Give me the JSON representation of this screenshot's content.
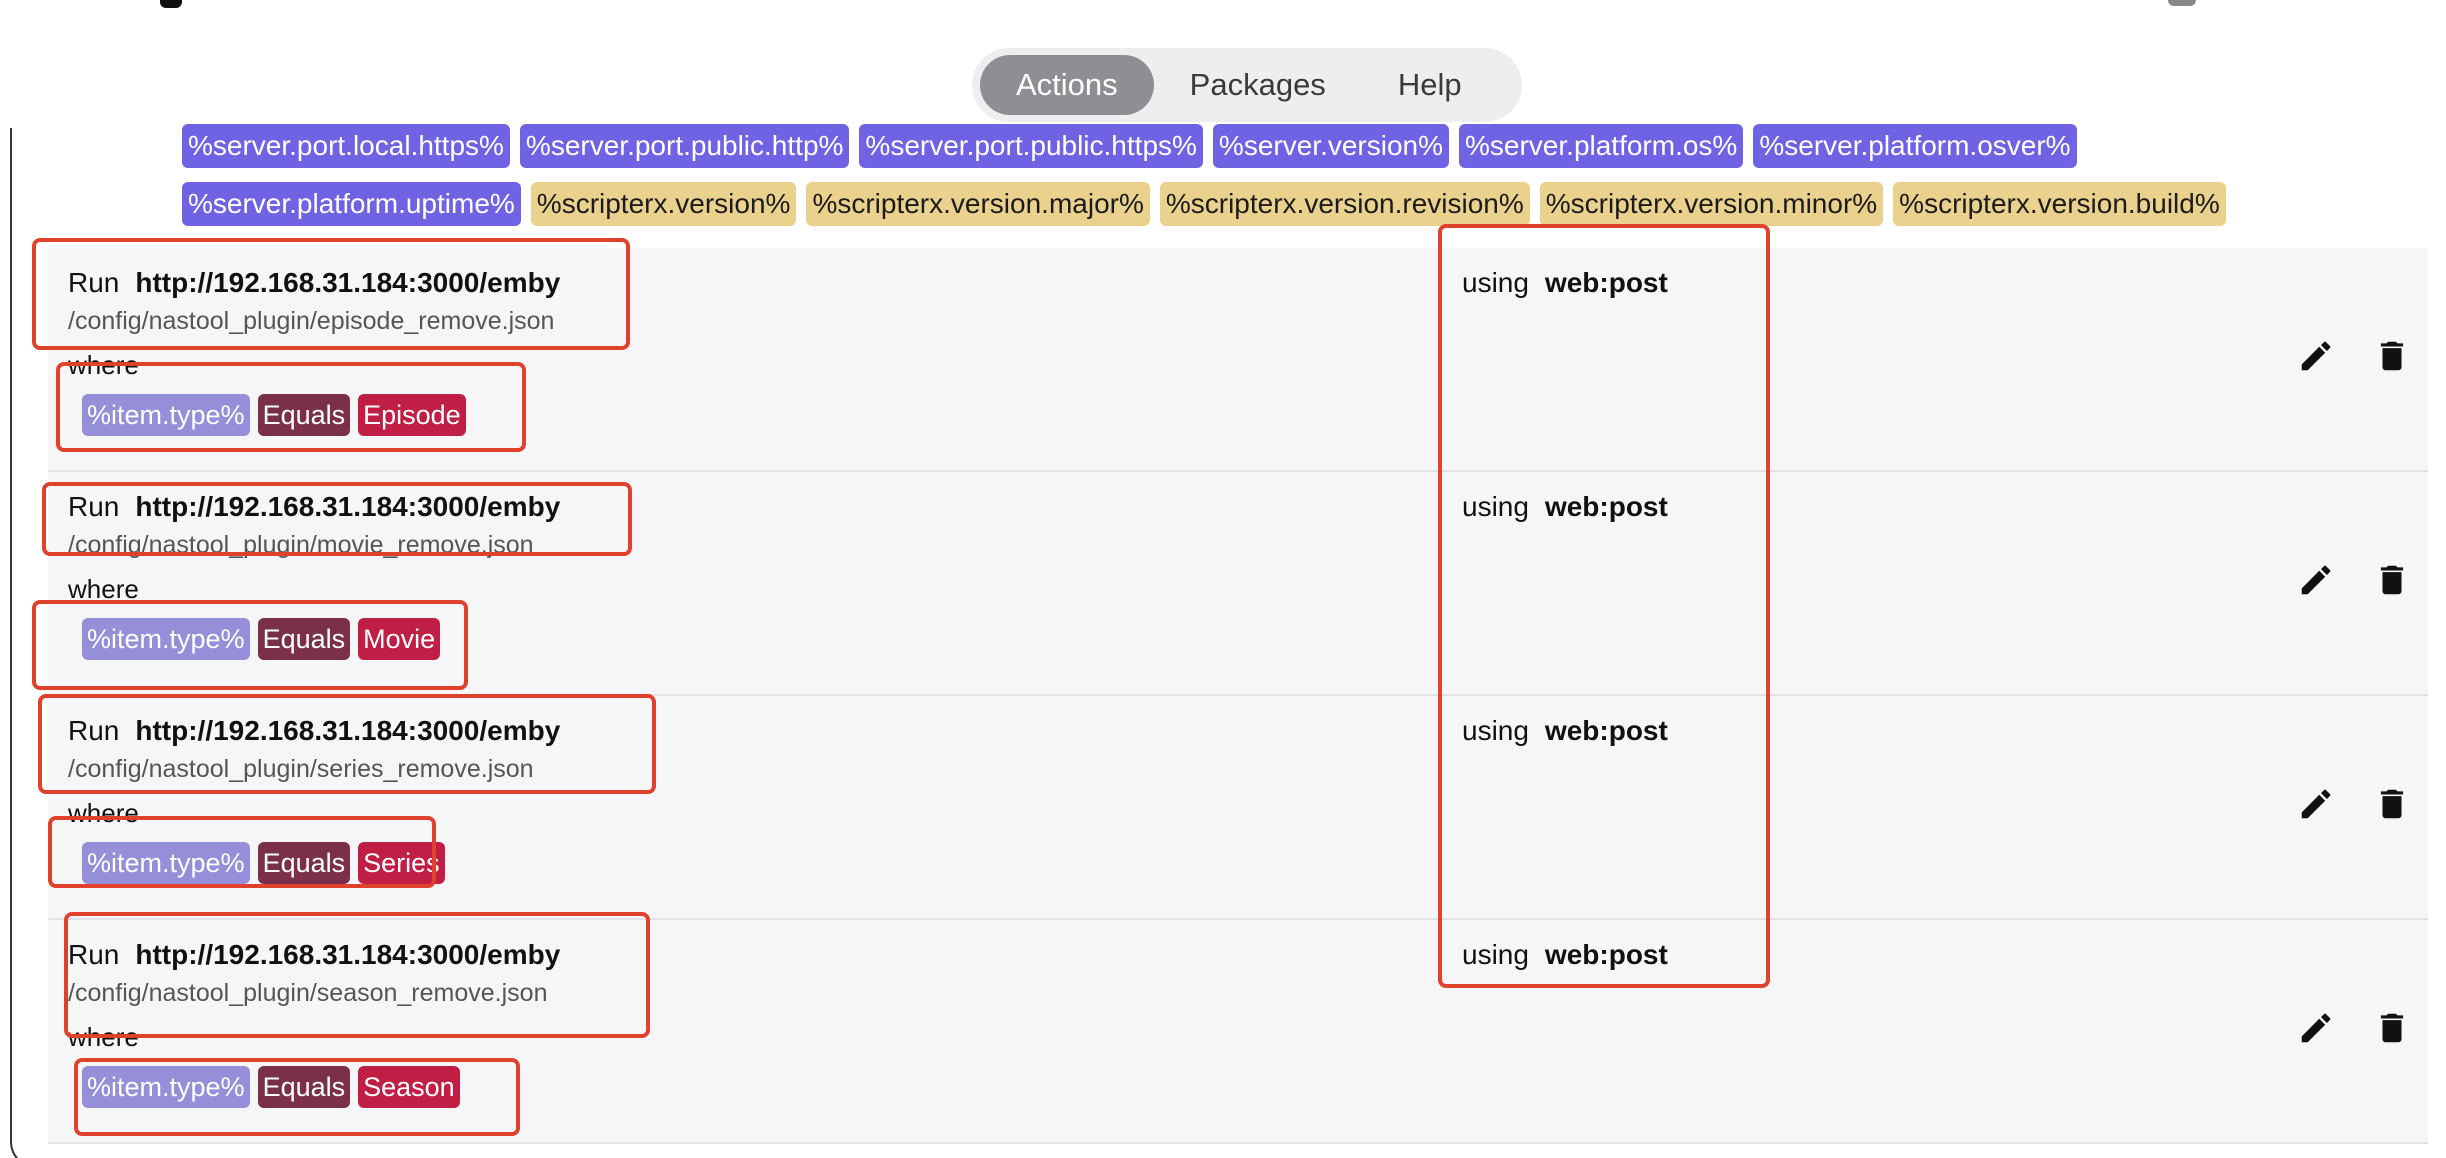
{
  "tabs": [
    {
      "label": "Actions",
      "active": true
    },
    {
      "label": "Packages",
      "active": false
    },
    {
      "label": "Help",
      "active": false
    }
  ],
  "variables": {
    "row1": [
      "%server.port.local.https%",
      "%server.port.public.http%",
      "%server.port.public.https%",
      "%server.version%",
      "%server.platform.os%",
      "%server.platform.osver%"
    ],
    "row2_server": [
      "%server.platform.uptime%"
    ],
    "row2_script": [
      "%scripterx.version%",
      "%scripterx.version.major%",
      "%scripterx.version.revision%",
      "%scripterx.version.minor%",
      "%scripterx.version.build%"
    ]
  },
  "labels": {
    "run": "Run",
    "using": "using",
    "where": "where"
  },
  "actions": [
    {
      "url": "http://192.168.31.184:3000/emby",
      "path": "/config/nastool_plugin/episode_remove.json",
      "method": "web:post",
      "field": "%item.type%",
      "op": "Equals",
      "value": "Episode"
    },
    {
      "url": "http://192.168.31.184:3000/emby",
      "path": "/config/nastool_plugin/movie_remove.json",
      "method": "web:post",
      "field": "%item.type%",
      "op": "Equals",
      "value": "Movie"
    },
    {
      "url": "http://192.168.31.184:3000/emby",
      "path": "/config/nastool_plugin/series_remove.json",
      "method": "web:post",
      "field": "%item.type%",
      "op": "Equals",
      "value": "Series"
    },
    {
      "url": "http://192.168.31.184:3000/emby",
      "path": "/config/nastool_plugin/season_remove.json",
      "method": "web:post",
      "field": "%item.type%",
      "op": "Equals",
      "value": "Season"
    }
  ],
  "icons": {
    "edit": "pencil-icon",
    "delete": "trash-icon"
  },
  "colors": {
    "server_chip": "#6f63e3",
    "script_chip": "#ead28e",
    "field_chip": "#958fd9",
    "op_chip": "#7b3049",
    "value_chip": "#c01e45",
    "annotation": "#e0412c",
    "active_tab": "#8e8e93"
  }
}
